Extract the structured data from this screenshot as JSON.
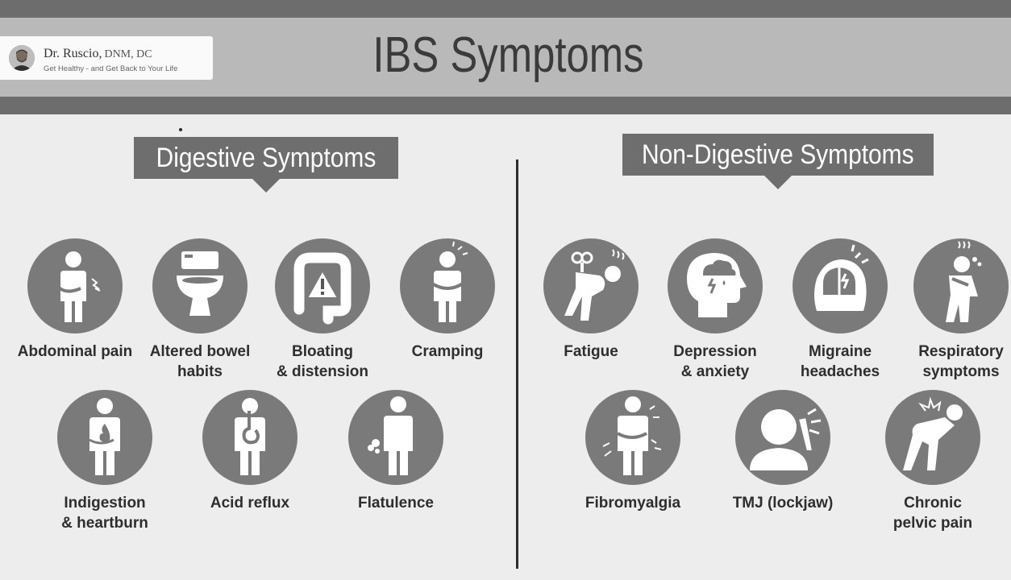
{
  "brand": {
    "name": "Dr. Ruscio,",
    "credentials": "DNM, DC",
    "tagline": "Get Healthy - and Get Back to Your Life",
    "avatar_icon": "person-photo-icon"
  },
  "title": "IBS Symptoms",
  "sections": {
    "digestive": {
      "title": "Digestive Symptoms",
      "items": [
        {
          "line1": "Abdominal pain",
          "line2": "",
          "icon": "abdominal-pain-icon"
        },
        {
          "line1": "Altered bowel",
          "line2": "habits",
          "icon": "toilet-icon"
        },
        {
          "line1": "Bloating",
          "line2": "& distension",
          "icon": "colon-warning-icon"
        },
        {
          "line1": "Cramping",
          "line2": "",
          "icon": "cramping-icon"
        },
        {
          "line1": "Indigestion",
          "line2": "& heartburn",
          "icon": "heartburn-icon"
        },
        {
          "line1": "Acid reflux",
          "line2": "",
          "icon": "acid-reflux-icon"
        },
        {
          "line1": "Flatulence",
          "line2": "",
          "icon": "flatulence-icon"
        }
      ]
    },
    "non_digestive": {
      "title": "Non-Digestive Symptoms",
      "items": [
        {
          "line1": "Fatigue",
          "line2": "",
          "icon": "fatigue-icon"
        },
        {
          "line1": "Depression",
          "line2": "& anxiety",
          "icon": "head-storm-icon"
        },
        {
          "line1": "Migraine",
          "line2": "headaches",
          "icon": "migraine-icon"
        },
        {
          "line1": "Respiratory",
          "line2": "symptoms",
          "icon": "coughing-icon"
        },
        {
          "line1": "Fibromyalgia",
          "line2": "",
          "icon": "fibromyalgia-icon"
        },
        {
          "line1": "TMJ (lockjaw)",
          "line2": "",
          "icon": "jaw-pain-icon"
        },
        {
          "line1": "Chronic",
          "line2": "pelvic pain",
          "icon": "pelvic-pain-icon"
        }
      ]
    }
  },
  "colors": {
    "background": "#ededee",
    "dark_band": "#6d6d6e",
    "title_band": "#b9b9ba",
    "circle": "#7a7a7b",
    "label_box": "#6e6e6f"
  }
}
